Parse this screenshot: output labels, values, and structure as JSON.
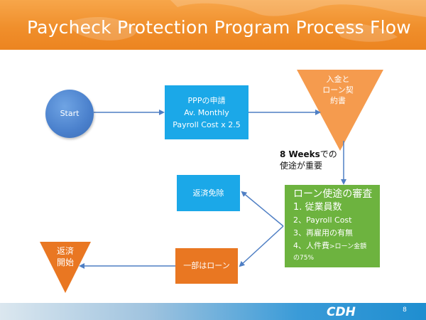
{
  "title": "Paycheck Protection Program Process Flow",
  "nodes": {
    "start": "Start",
    "apply": [
      "PPPの申請",
      "Av. Monthly",
      "Payroll Cost x 2.5"
    ],
    "deposit": [
      "入金と",
      "ローン契",
      "約書"
    ],
    "forgive": "返済免除",
    "part_loan": "一部はローン",
    "repay": [
      "返済",
      "開始"
    ],
    "review": {
      "title": "ローン使途の審査",
      "line1": "1. 従業員数",
      "line2": "2、Payroll Cost",
      "line3": "3、再雇用の有無",
      "line4_main": "4、人件費",
      "line4_small": ">ローン金額",
      "line5": "の75%"
    }
  },
  "note": {
    "bold": "8 Weeks",
    "rest1": "での",
    "rest2": "使途が重要"
  },
  "footer": {
    "logo": "CDH",
    "page": "8"
  },
  "colors": {
    "orange": "#f08f2c",
    "blue_box": "#1ba8e8",
    "green": "#6db33f",
    "arrow": "#4f7fc4"
  }
}
